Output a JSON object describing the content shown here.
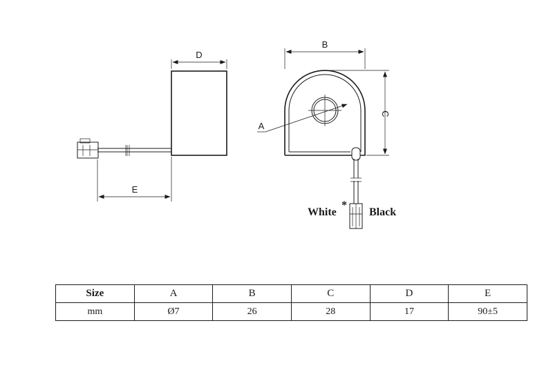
{
  "labels": {
    "dim_d": "D",
    "dim_e": "E",
    "dim_b": "B",
    "dim_c": "C",
    "dim_a": "A",
    "wire_white": "White",
    "wire_white_mark": "*",
    "wire_black": "Black"
  },
  "table": {
    "header": [
      "Size",
      "A",
      "B",
      "C",
      "D",
      "E"
    ],
    "row": [
      "mm",
      "Ø7",
      "26",
      "28",
      "17",
      "90±5"
    ]
  }
}
